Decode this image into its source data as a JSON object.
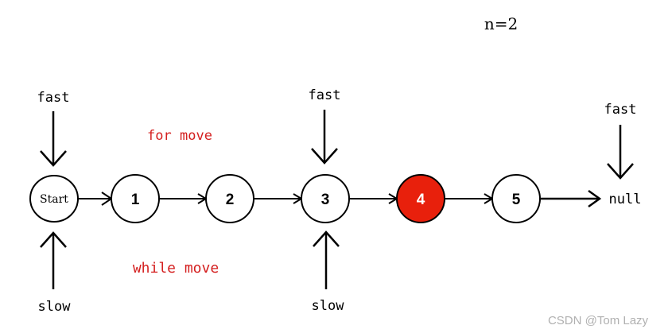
{
  "header": {
    "n_label": "n=2"
  },
  "nodes": {
    "start": "Start",
    "n1": "1",
    "n2": "2",
    "n3": "3",
    "n4": "4",
    "n5": "5",
    "null": "null"
  },
  "pointers": {
    "fast_a": "fast",
    "fast_b": "fast",
    "fast_c": "fast",
    "slow_a": "slow",
    "slow_b": "slow"
  },
  "phases": {
    "for_move": "for move",
    "while_move": "while move"
  },
  "colors": {
    "highlight_node": "#e8200c",
    "phase_text": "#d42020",
    "stroke": "#000000",
    "watermark": "#b0b0b0"
  },
  "watermark": "CSDN @Tom Lazy"
}
